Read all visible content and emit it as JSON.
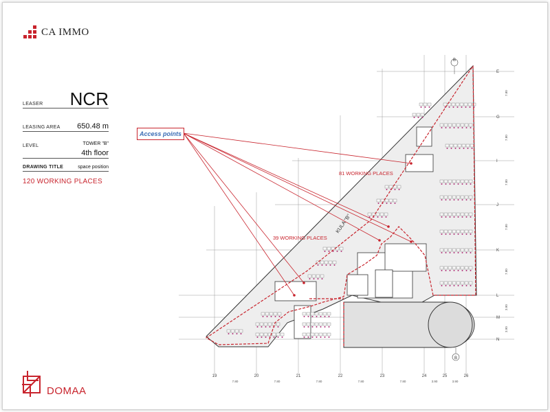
{
  "brand": {
    "name": "CA IMMO"
  },
  "leaser": {
    "label": "LEASER",
    "value": "NCR"
  },
  "leasing_area": {
    "label": "LEASING AREA",
    "value": "650.48 m"
  },
  "level": {
    "label": "LEVEL",
    "tower": "TOWER \"B\"",
    "floor": "4th floor"
  },
  "drawing_title": {
    "label": "DRAWING TITLE",
    "value": "space position"
  },
  "total_working_places": "120 WORKING PLACES",
  "access_points_label": "Access points",
  "zones": {
    "upper": "81 WORKING PLACES",
    "lower": "39 WORKING PLACES",
    "kula": "KULA \"B\""
  },
  "grid_rows": [
    "E",
    "G",
    "I",
    "J",
    "K",
    "L",
    "M",
    "N"
  ],
  "row_spacings": [
    "7.80",
    "7.80",
    "7.80",
    "7.80",
    "7.80",
    "3.90",
    "3.90"
  ],
  "grid_cols": [
    "19",
    "20",
    "21",
    "22",
    "23",
    "24",
    "25",
    "26"
  ],
  "col_spacings": [
    "7.80",
    "7.80",
    "7.80",
    "7.80",
    "7.80",
    "3.90",
    "3.90"
  ],
  "section_marker": "B",
  "architect": {
    "name": "DOMAA"
  },
  "colors": {
    "accent_red": "#c8232c",
    "access_blue": "#3b6db5",
    "grid": "#9a9a9a",
    "floor_fill": "#e6e6e6"
  }
}
